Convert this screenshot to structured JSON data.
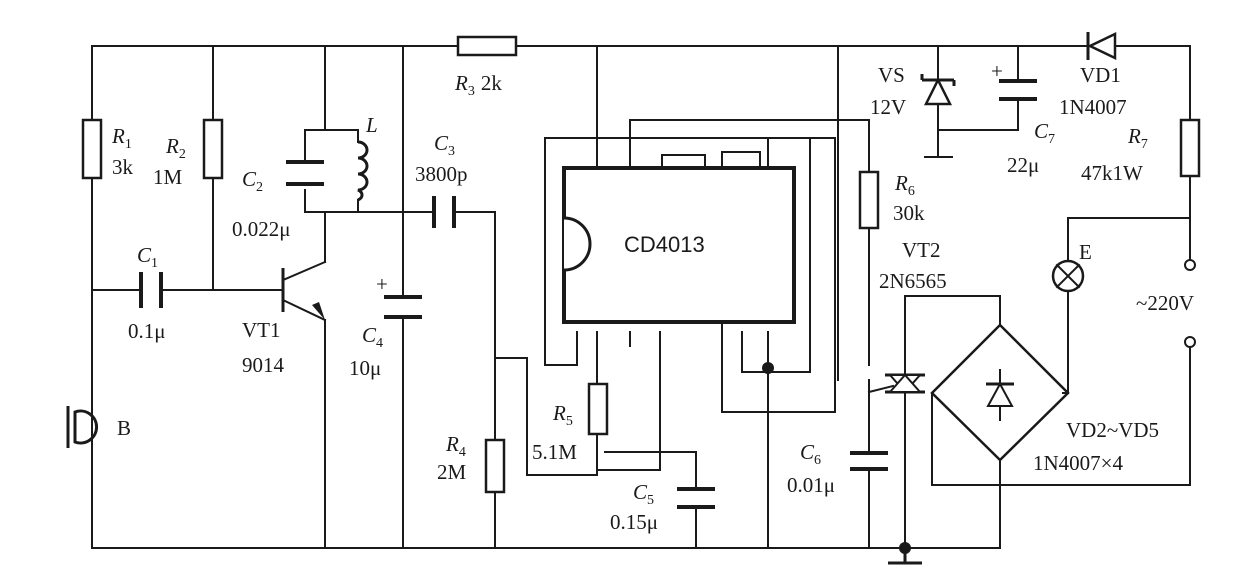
{
  "components": {
    "r1": {
      "sym": "R",
      "idx": "1",
      "val": "3k"
    },
    "r2": {
      "sym": "R",
      "idx": "2",
      "val": "1M"
    },
    "r3": {
      "sym": "R",
      "idx": "3",
      "val": "2k"
    },
    "r4": {
      "sym": "R",
      "idx": "4",
      "val": "2M"
    },
    "r5": {
      "sym": "R",
      "idx": "5",
      "val": "5.1M"
    },
    "r6": {
      "sym": "R",
      "idx": "6",
      "val": "30k"
    },
    "r7": {
      "sym": "R",
      "idx": "7",
      "val": "47k1W"
    },
    "c1": {
      "sym": "C",
      "idx": "1",
      "val": "0.1μ"
    },
    "c2": {
      "sym": "C",
      "idx": "2",
      "val": "0.022μ"
    },
    "c3": {
      "sym": "C",
      "idx": "3",
      "val": "3800p"
    },
    "c4": {
      "sym": "C",
      "idx": "4",
      "val": "10μ"
    },
    "c5": {
      "sym": "C",
      "idx": "5",
      "val": "0.15μ"
    },
    "c6": {
      "sym": "C",
      "idx": "6",
      "val": "0.01μ"
    },
    "c7": {
      "sym": "C",
      "idx": "7",
      "val": "22μ"
    },
    "l": {
      "sym": "L"
    },
    "vt1": {
      "name": "VT1",
      "part": "9014"
    },
    "vt2": {
      "name": "VT2",
      "part": "2N6565"
    },
    "vs": {
      "name": "VS",
      "val": "12V"
    },
    "vd1": {
      "name": "VD1",
      "part": "1N4007"
    },
    "bridge": {
      "name": "VD2~VD5",
      "part": "1N4007×4"
    },
    "lamp": {
      "name": "E"
    },
    "mic": {
      "name": "B"
    },
    "ic": {
      "name": "CD4013"
    },
    "mains": {
      "label": "~220V"
    },
    "plus": "+"
  }
}
